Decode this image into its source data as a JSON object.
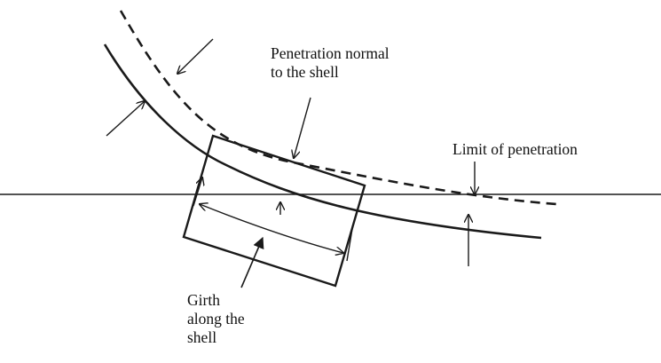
{
  "labels": {
    "penetration_normal": "Penetration normal\nto the shell",
    "limit_of_penetration": "Limit of penetration",
    "girth": "Girth\nalong the\nshell"
  },
  "colors": {
    "ink": "#1a1a1a",
    "background": "#ffffff"
  }
}
